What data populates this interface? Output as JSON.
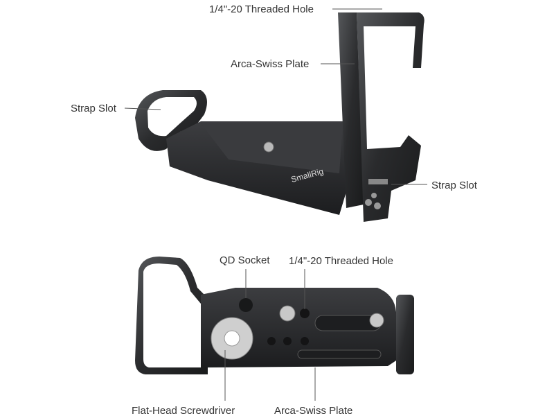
{
  "top_view": {
    "labels": {
      "threaded_hole": "1/4\"-20 Threaded Hole",
      "arca_plate": "Arca-Swiss Plate",
      "strap_slot_left": "Strap Slot",
      "strap_slot_right": "Strap Slot"
    },
    "brand_logo": "SmallRig"
  },
  "bottom_view": {
    "labels": {
      "qd_socket": "QD Socket",
      "threaded_hole": "1/4\"-20 Threaded Hole",
      "screwdriver": "Flat-Head Screwdriver",
      "arca_plate": "Arca-Swiss Plate"
    }
  },
  "colors": {
    "metal": "#2a2b2d",
    "metal_light": "#4a4b4e",
    "callout_line": "#555555",
    "text": "#333333"
  }
}
